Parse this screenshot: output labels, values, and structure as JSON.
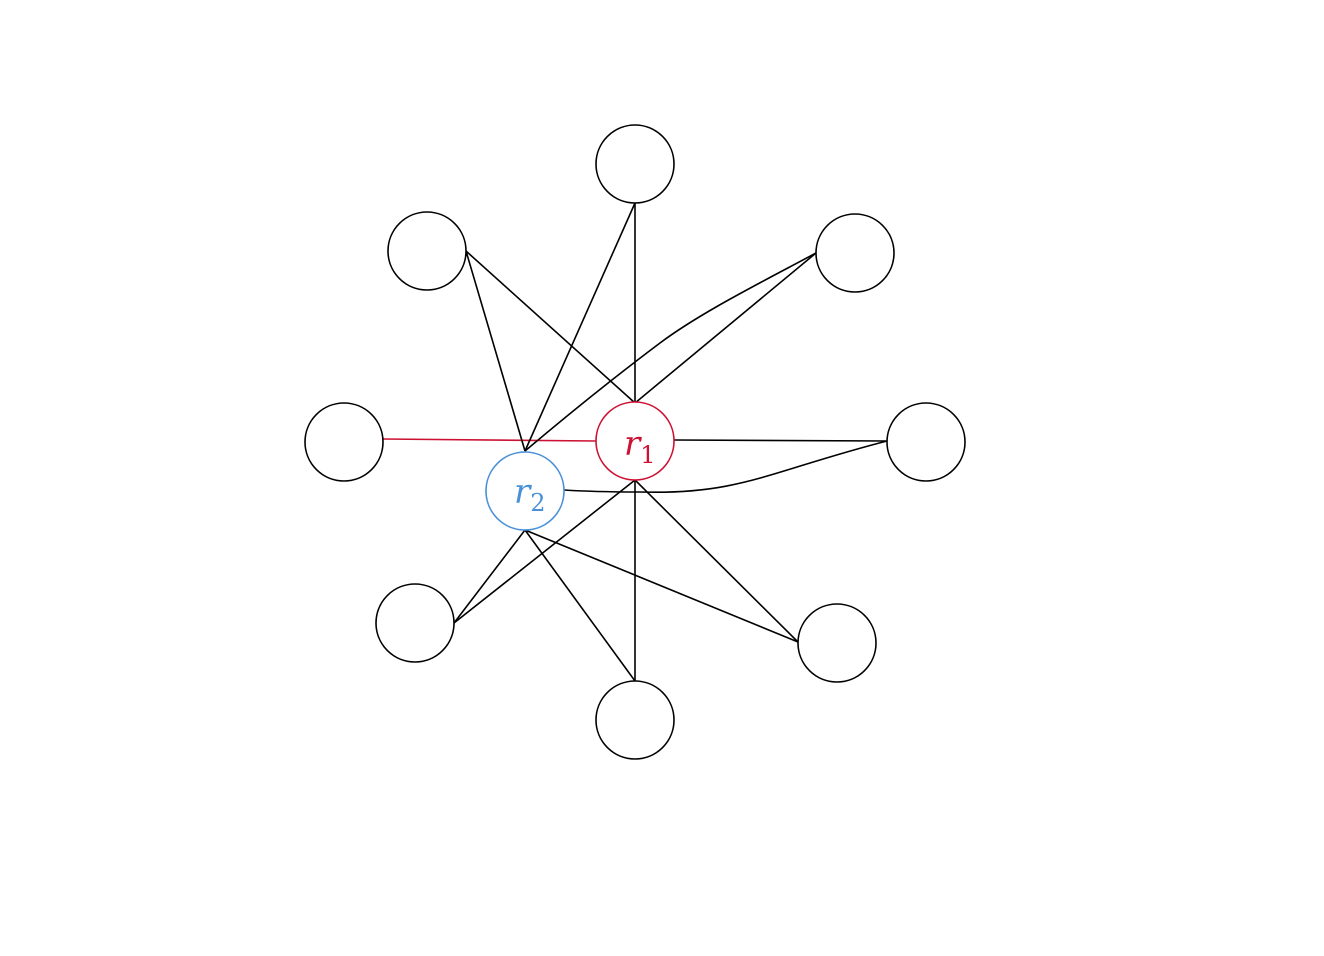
{
  "colors": {
    "r1": "#cc1133",
    "r2": "#4a90d9",
    "default": "#000000"
  },
  "labels": {
    "r1_main": "r",
    "r1_sub": "1",
    "r2_main": "r",
    "r2_sub": "2"
  }
}
